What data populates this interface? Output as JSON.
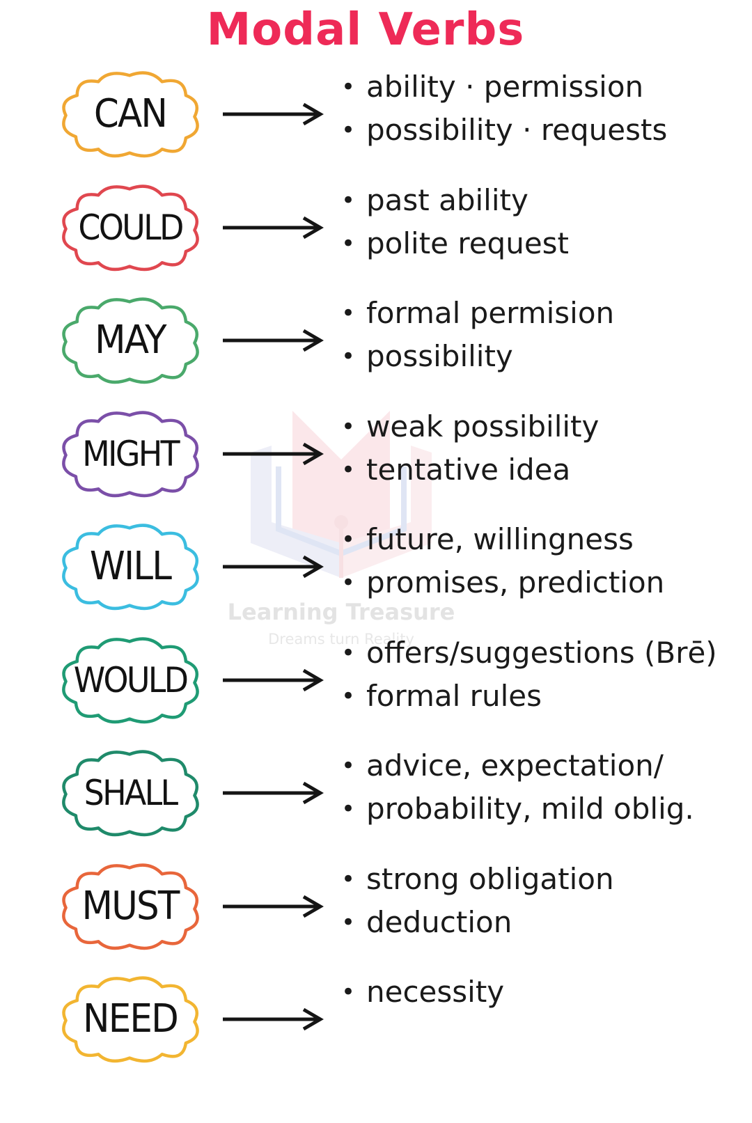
{
  "title": "Modal Verbs",
  "watermark": {
    "name": "Learning Treasure",
    "tagline": "Dreams turn Reality"
  },
  "modals": [
    {
      "verb": "CAN",
      "color": "#f0a733",
      "uses": [
        "ability · permission",
        "possibility · requests"
      ]
    },
    {
      "verb": "COULD",
      "color": "#e0474f",
      "uses": [
        "past ability",
        "polite request"
      ]
    },
    {
      "verb": "MAY",
      "color": "#4aa96b",
      "uses": [
        "formal permision",
        "possibility"
      ]
    },
    {
      "verb": "MIGHT",
      "color": "#7b4fa8",
      "uses": [
        "weak possibility",
        "tentative idea"
      ]
    },
    {
      "verb": "WILL",
      "color": "#3bbde0",
      "uses": [
        "future, willingness",
        "promises, prediction"
      ]
    },
    {
      "verb": "WOULD",
      "color": "#1f9b74",
      "uses": [
        "offers/suggestions (Brē)",
        "formal rules"
      ]
    },
    {
      "verb": "SHALL",
      "color": "#1f8a6a",
      "uses": [
        "advice, expectation/",
        "probability, mild oblig."
      ]
    },
    {
      "verb": "MUST",
      "color": "#e8663b",
      "uses": [
        "strong obligation",
        "deduction"
      ]
    },
    {
      "verb": "NEED",
      "color": "#f2b531",
      "uses": [
        "necessity"
      ]
    }
  ]
}
